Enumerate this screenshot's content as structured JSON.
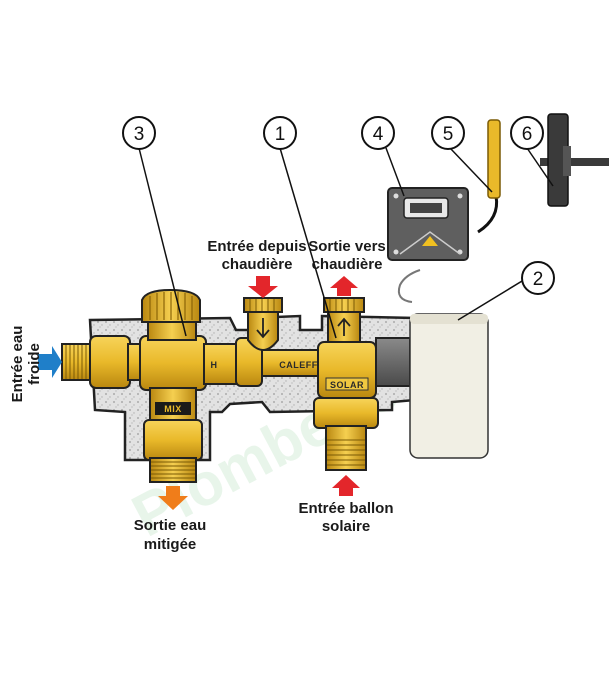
{
  "diagram": {
    "callouts": [
      {
        "id": "c3",
        "number": "3"
      },
      {
        "id": "c1",
        "number": "1"
      },
      {
        "id": "c4",
        "number": "4"
      },
      {
        "id": "c5",
        "number": "5"
      },
      {
        "id": "c6",
        "number": "6"
      },
      {
        "id": "c2",
        "number": "2"
      }
    ],
    "labels": {
      "cold_in": [
        "Entrée eau",
        "froide"
      ],
      "boiler_in": [
        "Entrée depuis",
        "chaudière"
      ],
      "boiler_out": [
        "Sortie vers",
        "chaudière"
      ],
      "mixed_out": [
        "Sortie eau",
        "mitigée"
      ],
      "solar_in": [
        "Entrée ballon",
        "solaire"
      ]
    },
    "component_markings": {
      "brand": "CALEFFI",
      "solar": "SOLAR",
      "mix": "MIX",
      "hot": "H"
    },
    "watermark": "Plomberie"
  },
  "colors": {
    "brass": "#e9b92a",
    "brass_dark": "#b8860b",
    "insulation": "#dcdcdc",
    "arrow_red": "#e3262b",
    "arrow_blue": "#1f7fc9",
    "arrow_orange": "#f07d1a",
    "controller": "#5f5f5f",
    "actuator_body": "#f1efe4",
    "probe": "#e9b92a"
  }
}
